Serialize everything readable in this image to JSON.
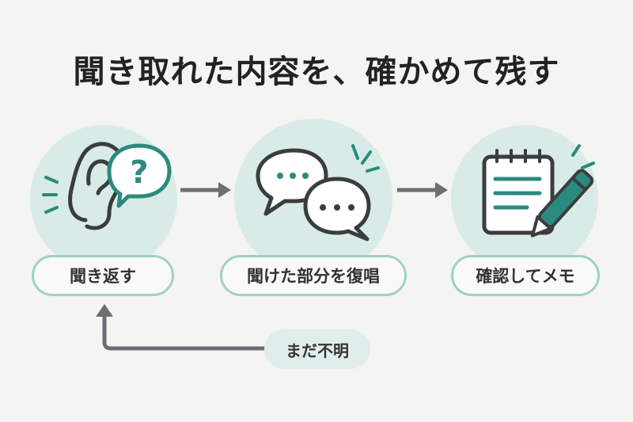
{
  "title": "聞き取れた内容を、確かめて残す",
  "steps": [
    {
      "label": "聞き返す",
      "icons": [
        "ear-icon",
        "question-bubble-icon"
      ]
    },
    {
      "label": "聞けた部分を復唱",
      "icons": [
        "speech-bubbles-icon"
      ]
    },
    {
      "label": "確認してメモ",
      "icons": [
        "notepad-icon",
        "pen-icon"
      ]
    }
  ],
  "loop_note": "まだ不明",
  "colors": {
    "accent": "#2b8a7e",
    "circle": "#d8ebe7",
    "label_border": "#9fd0c8",
    "arrow": "#6b6e72",
    "icon_stroke": "#3a3d40"
  }
}
